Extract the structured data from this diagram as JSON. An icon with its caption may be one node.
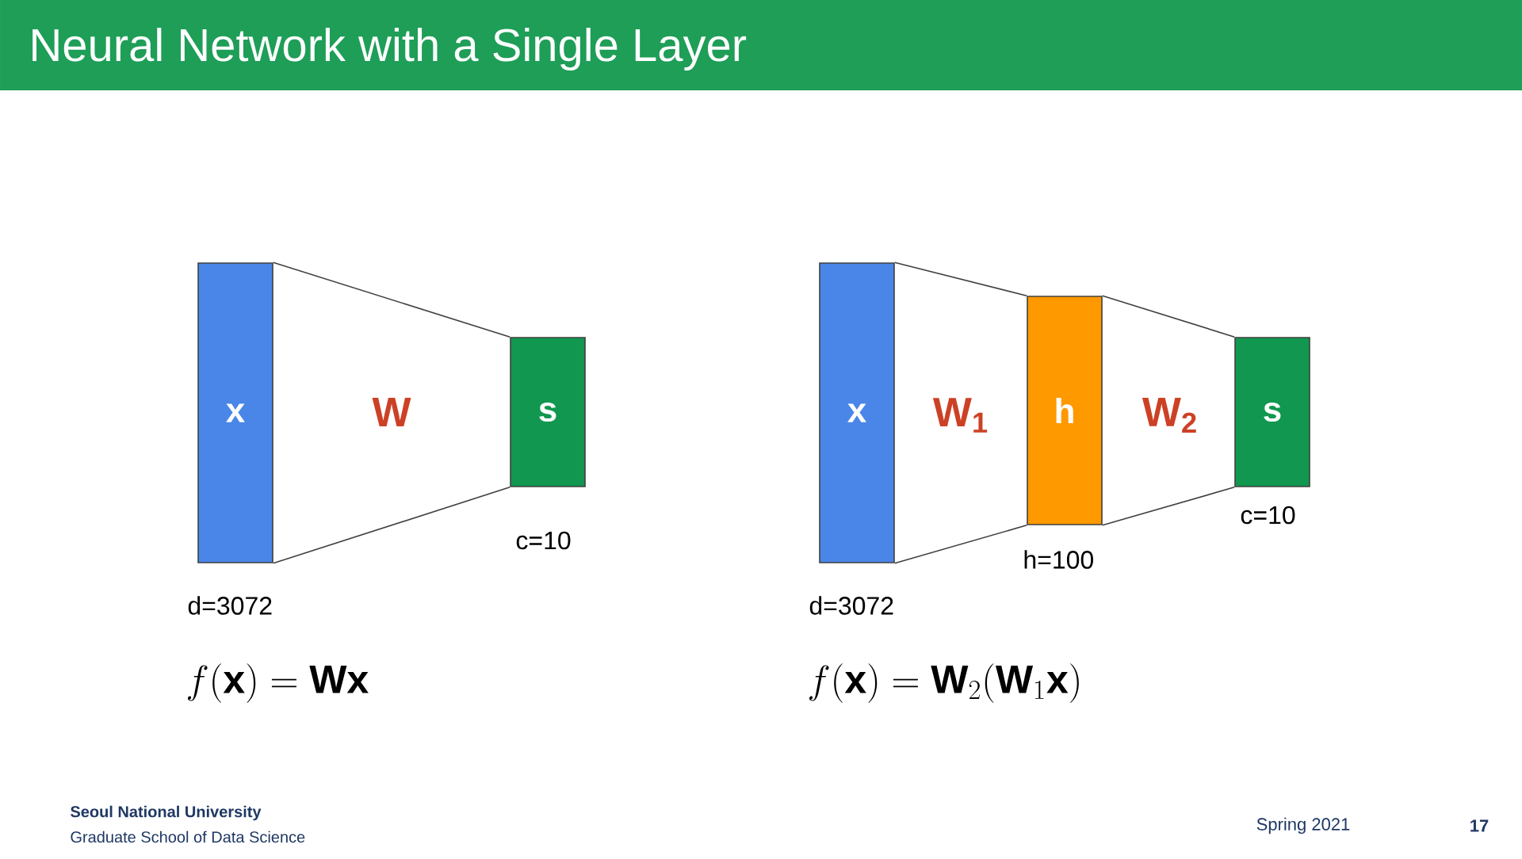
{
  "diagram": {
    "title": "Neural Network with a Single Layer",
    "nodes": [
      {
        "text": [
          "x"
        ],
        "beside": [
          "d=3072"
        ]
      },
      {
        "text": [
          "s"
        ],
        "beside": [
          "c=10"
        ]
      },
      {
        "text": [
          "x"
        ],
        "beside": [
          "d=3072"
        ]
      },
      {
        "text": [
          "h"
        ],
        "beside": [
          "h=100"
        ]
      },
      {
        "text": [
          "s"
        ],
        "beside": [
          "c=10"
        ]
      }
    ],
    "edges": [
      {
        "from": 0,
        "to": 1,
        "arrow": "none"
      },
      {
        "from": 0,
        "to": 1,
        "arrow": "none"
      },
      {
        "from": 2,
        "to": 3,
        "arrow": "none"
      },
      {
        "from": 2,
        "to": 3,
        "arrow": "none"
      },
      {
        "from": 3,
        "to": 4,
        "arrow": "none"
      },
      {
        "from": 3,
        "to": 4,
        "arrow": "none"
      }
    ],
    "labels": [
      "W",
      "W$_{1}$",
      "W$_{2}$",
      "f(\\mathbf{x}) = \\mathbf{W}\\mathbf{x}",
      "f(\\mathbf{x}) = \\mathbf{W}_2(\\mathbf{W}_1\\mathbf{x})",
      "Seoul National University",
      "Graduate School of Data Science",
      "Spring 2021",
      "17"
    ]
  }
}
